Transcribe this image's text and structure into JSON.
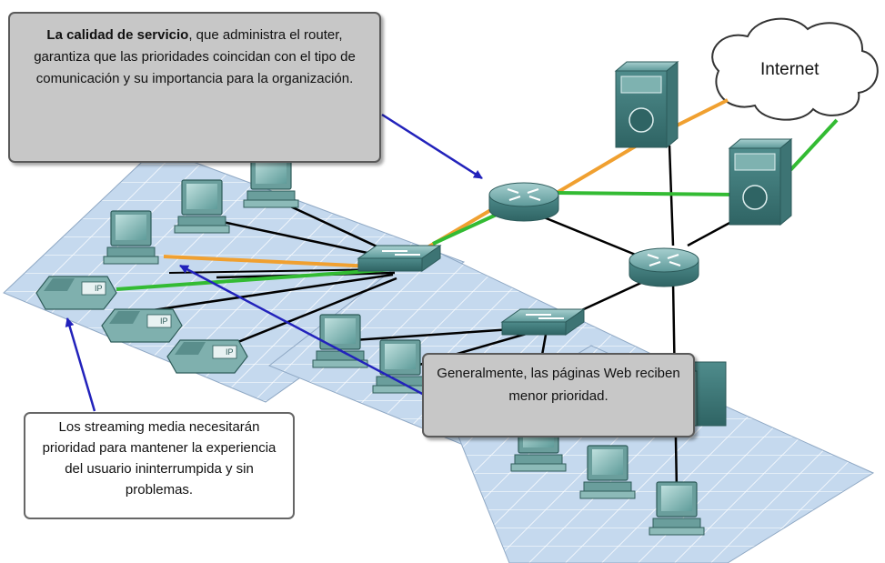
{
  "callouts": {
    "qos": {
      "bold_text": "La calidad de servicio",
      "text": ", que administra el router, garantiza que las prioridades coincidan con el tipo de comunicación y su importancia para la organización."
    },
    "web": {
      "text": "Generalmente, las páginas Web reciben menor prioridad."
    },
    "streaming": {
      "text": "Los streaming media necesitarán prioridad para mantener la experiencia del usuario ininterrumpida y sin problemas."
    }
  },
  "cloud": {
    "label": "Internet"
  },
  "device_labels": {
    "phone": "IP"
  },
  "colors": {
    "voice_link": "#33bb33",
    "data_link": "#f0a030",
    "annotation_arrow": "#2222bb",
    "callout_fill": "#c7c7c7",
    "floor_tile": "#c5d9ee"
  }
}
